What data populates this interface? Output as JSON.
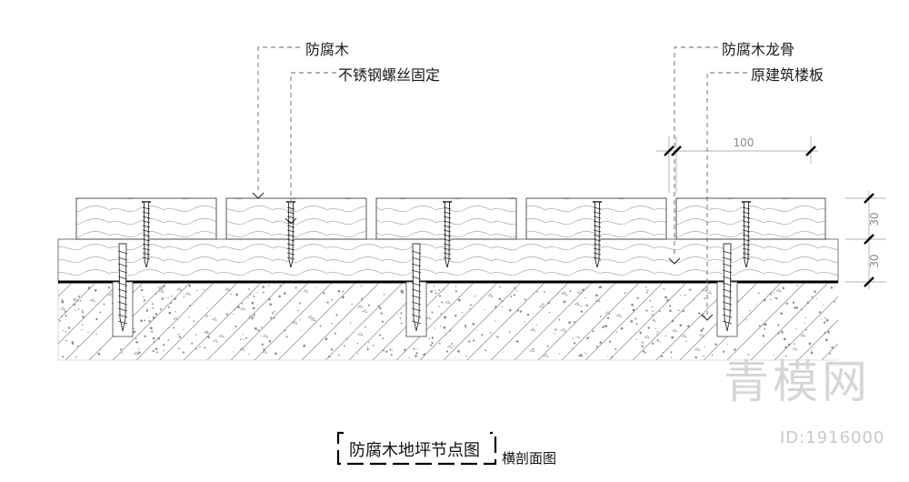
{
  "drawing": {
    "labels": {
      "wood": "防腐木",
      "screw": "不锈钢螺丝固定",
      "joist": "防腐木龙骨",
      "slab": "原建筑楼板"
    },
    "dimensions": {
      "board_spacing": "100",
      "board_thickness": "30",
      "joist_thickness": "30"
    },
    "title": "防腐木地坪节点图",
    "subtitle": "横剖面图"
  },
  "watermark": {
    "logo_text": "青模网",
    "id_text": "ID:1916000"
  }
}
